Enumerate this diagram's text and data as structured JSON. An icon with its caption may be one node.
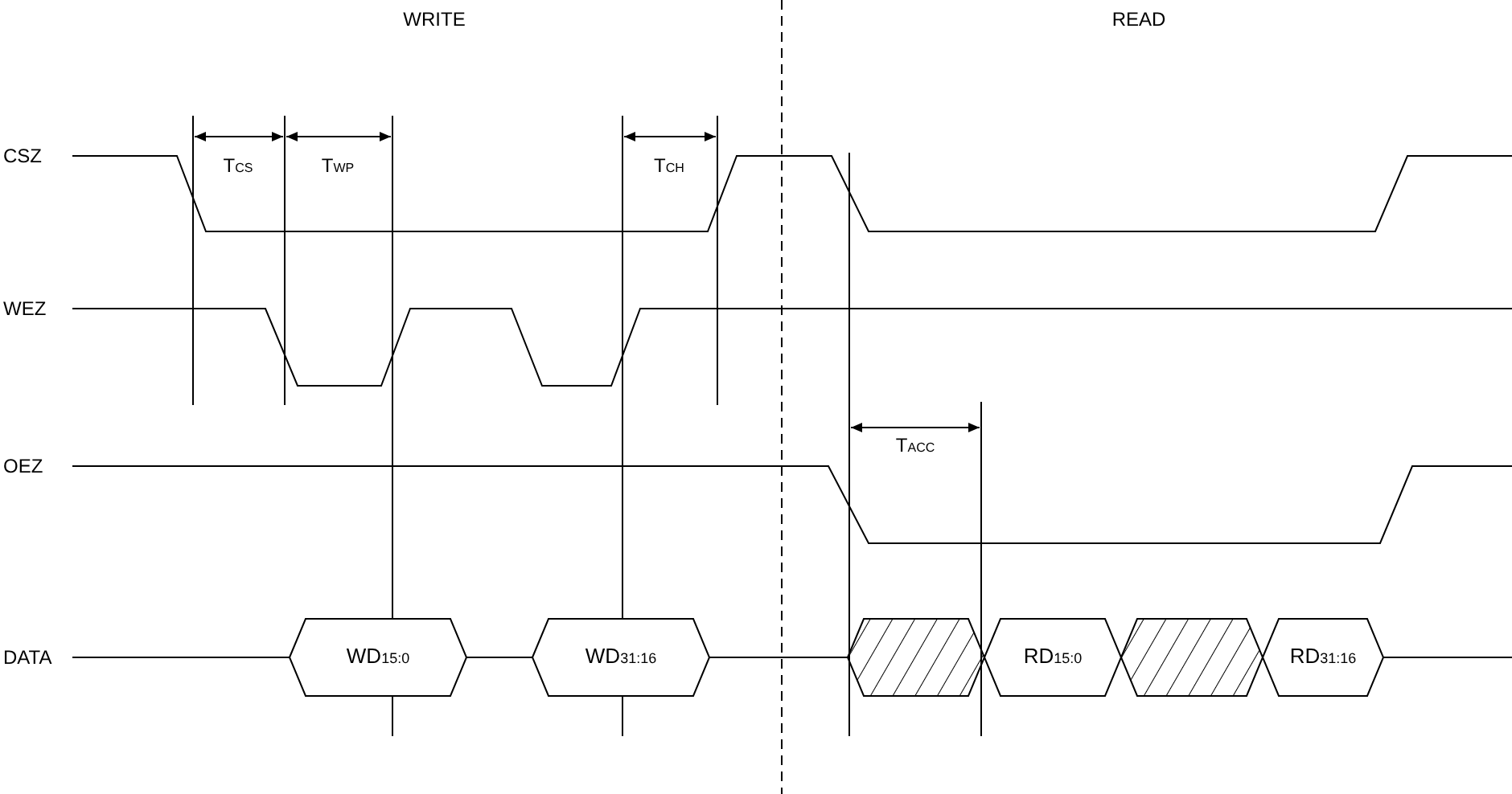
{
  "diagram": {
    "nodes": [
      {
        "text": [
          "WD$_{15:0}$"
        ]
      },
      {
        "text": [
          "WD$_{31:16}$"
        ]
      },
      {
        "text": [],
        "shape": "hexagon"
      },
      {
        "text": [
          "RD$_{15:0}$"
        ]
      },
      {
        "text": [],
        "shape": "hexagon"
      },
      {
        "text": [
          "RD$_{31:16}$"
        ]
      }
    ],
    "edges": [
      {
        "from": null,
        "to": 0,
        "arrow": "none"
      },
      {
        "from": 0,
        "to": 1,
        "arrow": "none"
      },
      {
        "from": 1,
        "to": 2,
        "arrow": "none"
      },
      {
        "from": 5,
        "to": null,
        "arrow": "none"
      }
    ],
    "labels": [
      "WRITE",
      "READ",
      "T$_{CS}$",
      "T$_{WP}$",
      "T$_{CH}$",
      "CSZ",
      "WEZ",
      "T$_{ACC}$",
      "OEZ",
      "DATA"
    ]
  }
}
